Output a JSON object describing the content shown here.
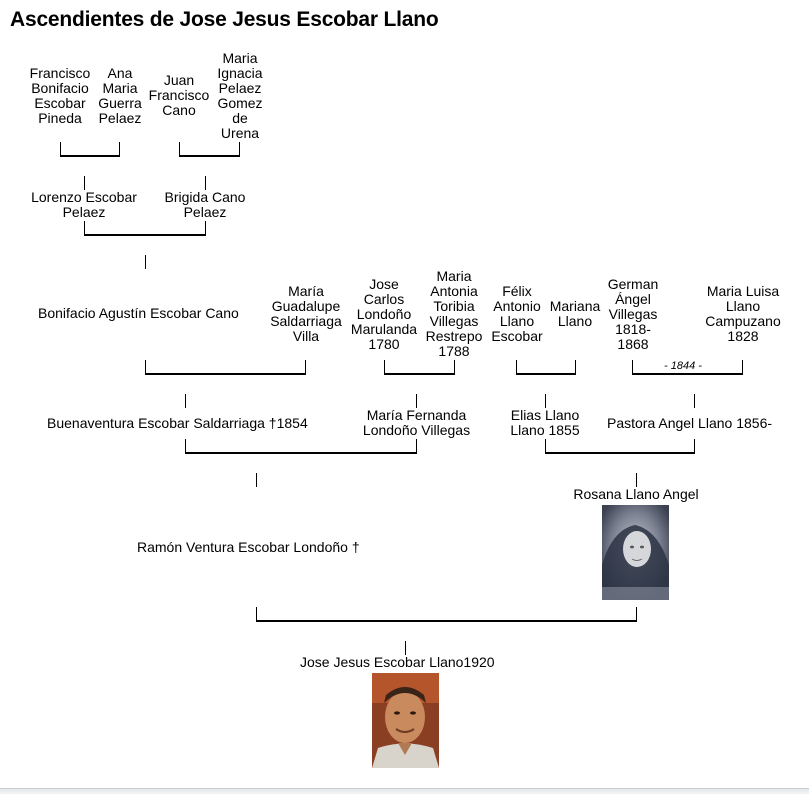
{
  "page": {
    "title": "Ascendientes de Jose Jesus Escobar Llano"
  },
  "people": {
    "francisco": "Francisco\nBonifacio\nEscobar\nPineda",
    "ana": "Ana\nMaria\nGuerra\nPelaez",
    "juan": "Juan\nFrancisco\nCano",
    "maria_ignacia": "Maria\nIgnacia\nPelaez\nGomez\nde\nUrena",
    "lorenzo": "Lorenzo Escobar\nPelaez",
    "brigida": "Brigida Cano\nPelaez",
    "bonifacio": "Bonifacio Agustín Escobar Cano",
    "maria_guadalupe": "María\nGuadalupe\nSaldarriaga\nVilla",
    "jose_carlos": "Jose\nCarlos\nLondoño\nMarulanda\n1780",
    "maria_antonia": "Maria\nAntonia\nToribia\nVillegas\nRestrepo\n1788",
    "felix": "Félix\nAntonio\nLlano\nEscobar",
    "mariana": "Mariana\nLlano",
    "german": "German\nÁngel\nVillegas\n1818-\n1868",
    "maria_luisa": "Maria Luisa\nLlano\nCampuzano\n1828",
    "buenaventura": "Buenaventura Escobar Saldarriaga †1854",
    "maria_fernanda": "María Fernanda\nLondoño Villegas",
    "elias": "Elias Llano\nLlano 1855",
    "pastora": "Pastora Angel Llano 1856-",
    "rosana": "Rosana Llano Angel",
    "ramon": "Ramón Ventura Escobar Londoño †",
    "jose_jesus": "Jose Jesus Escobar Llano1920"
  },
  "marriages": {
    "german_maria_luisa": "- 1844 -"
  },
  "photos": {
    "rosana": "photo-portrait",
    "jose_jesus": "photo-portrait"
  },
  "colors": {
    "line": "#000000",
    "background": "#ffffff"
  }
}
